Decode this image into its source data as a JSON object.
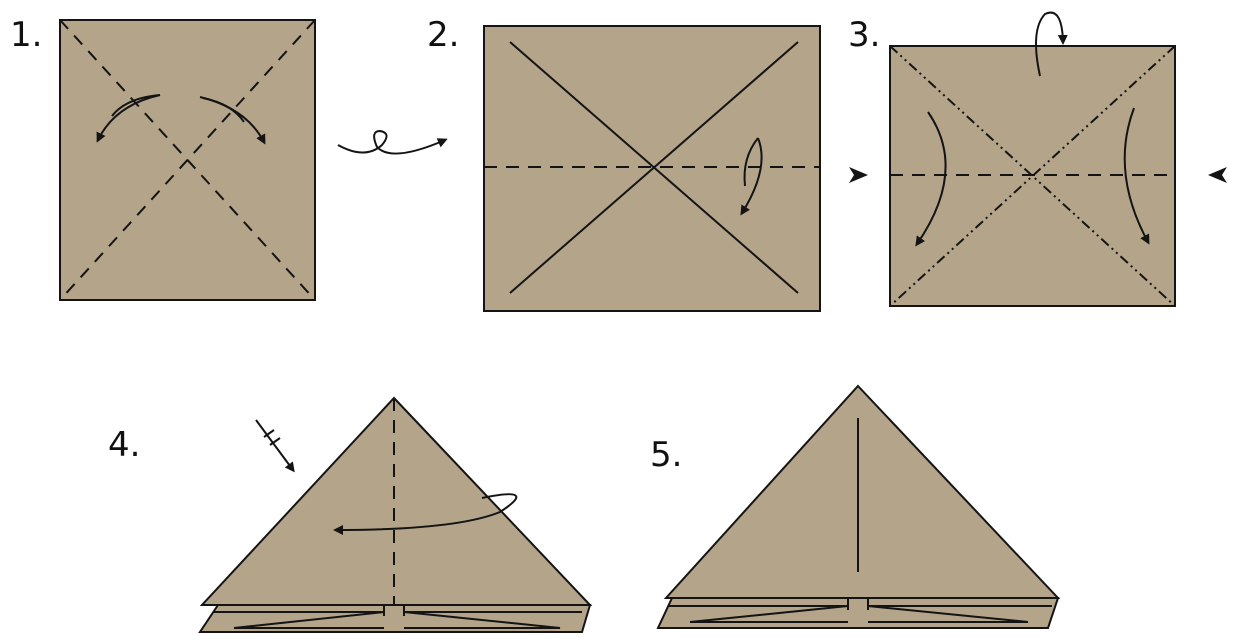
{
  "colors": {
    "paper": "#b3a48a",
    "line": "#141414",
    "background": "#ffffff"
  },
  "steps": [
    {
      "number": "1.",
      "icons": [
        "valley-fold-diagonal-icon",
        "fold-unfold-arrow-icon"
      ]
    },
    {
      "number": "2.",
      "icons": [
        "valley-fold-horizontal-icon",
        "turn-over-arrow-icon"
      ]
    },
    {
      "number": "3.",
      "icons": [
        "mountain-fold-diagonal-icon",
        "push-in-arrow-icon",
        "collapse-arrow-icon"
      ]
    },
    {
      "number": "4.",
      "icons": [
        "valley-fold-vertical-icon",
        "fold-behind-arrow-icon",
        "repeat-arrow-icon"
      ]
    },
    {
      "number": "5.",
      "icons": [
        "finished-triangle-icon"
      ]
    }
  ]
}
